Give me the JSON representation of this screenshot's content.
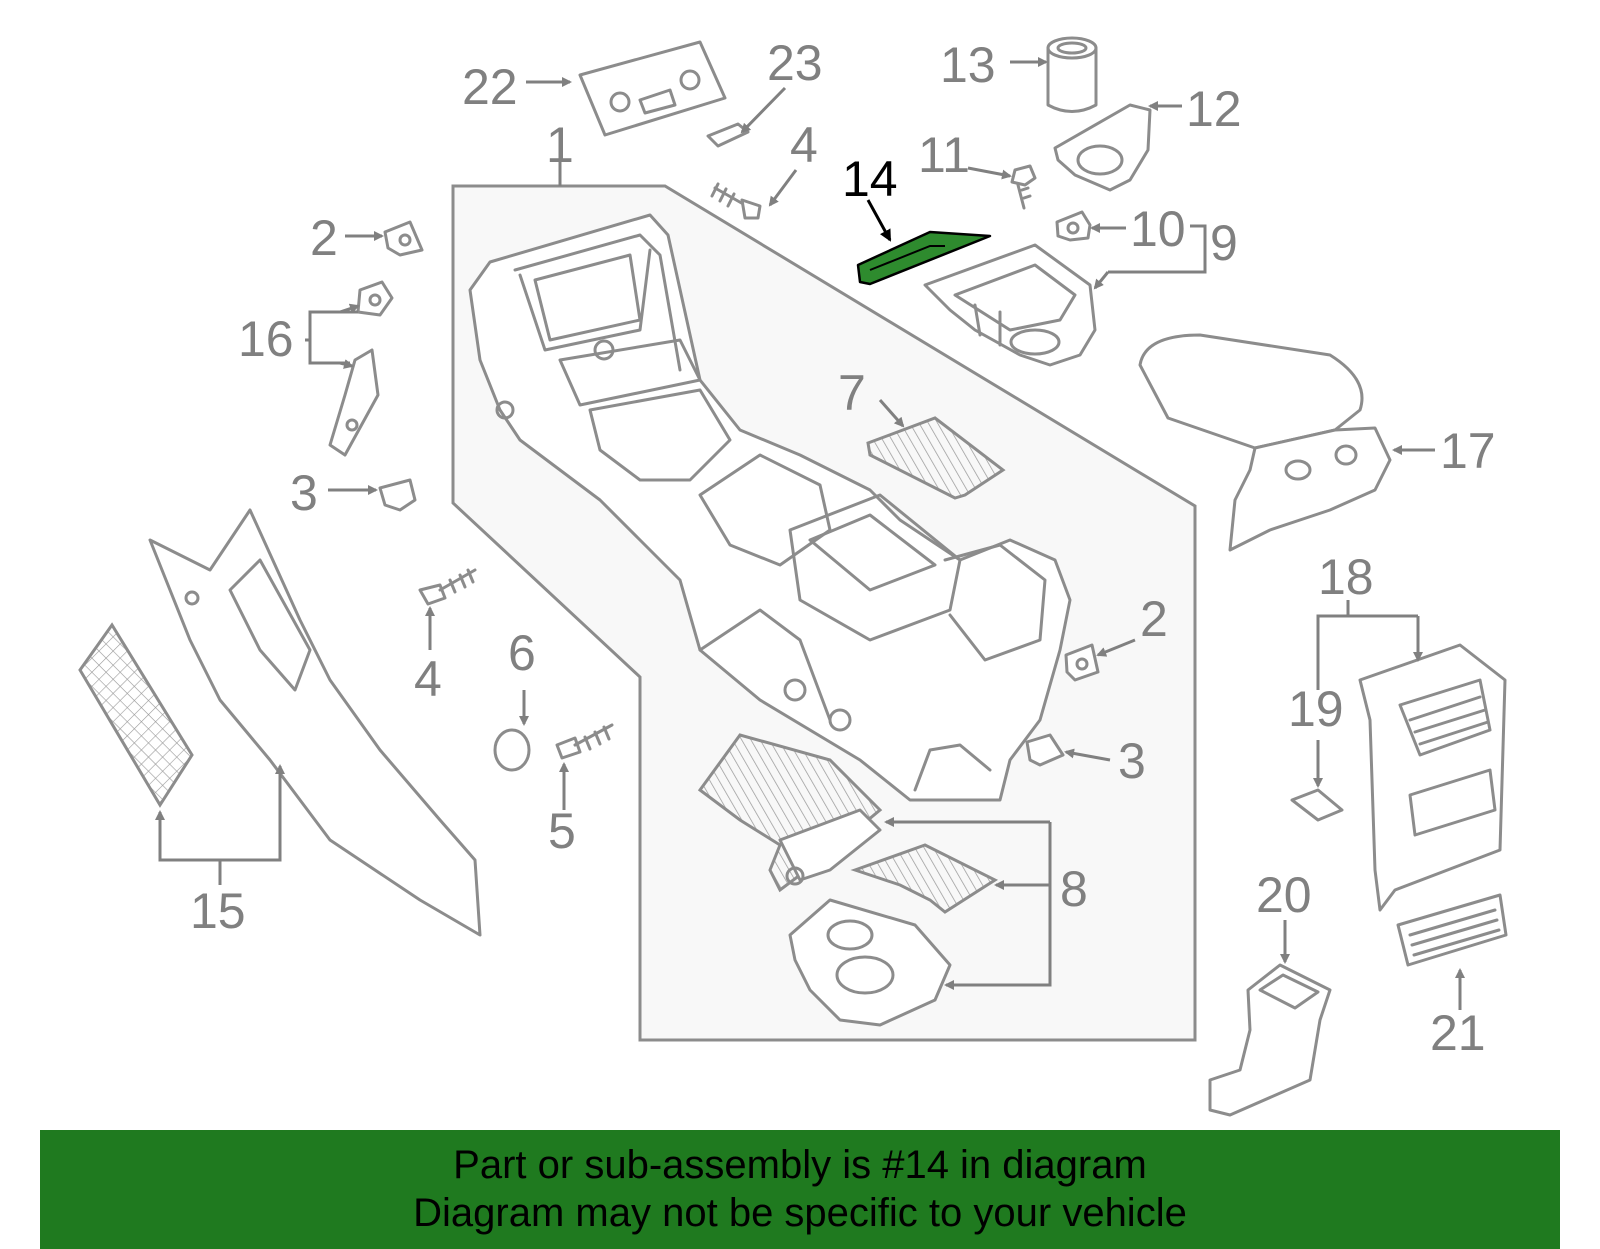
{
  "highlight_color": "#1f7a1f",
  "highlighted_part": "14",
  "labels": {
    "p1": "1",
    "p2a": "2",
    "p2b": "2",
    "p3a": "3",
    "p3b": "3",
    "p4a": "4",
    "p4b": "4",
    "p5": "5",
    "p6": "6",
    "p7": "7",
    "p8": "8",
    "p9": "9",
    "p10": "10",
    "p11": "11",
    "p12": "12",
    "p13": "13",
    "p14": "14",
    "p15": "15",
    "p16": "16",
    "p17": "17",
    "p18": "18",
    "p19": "19",
    "p20": "20",
    "p21": "21",
    "p22": "22",
    "p23": "23"
  },
  "banner": {
    "line1": "Part or sub-assembly is #14 in diagram",
    "line2": "Diagram may not be specific to your vehicle"
  }
}
